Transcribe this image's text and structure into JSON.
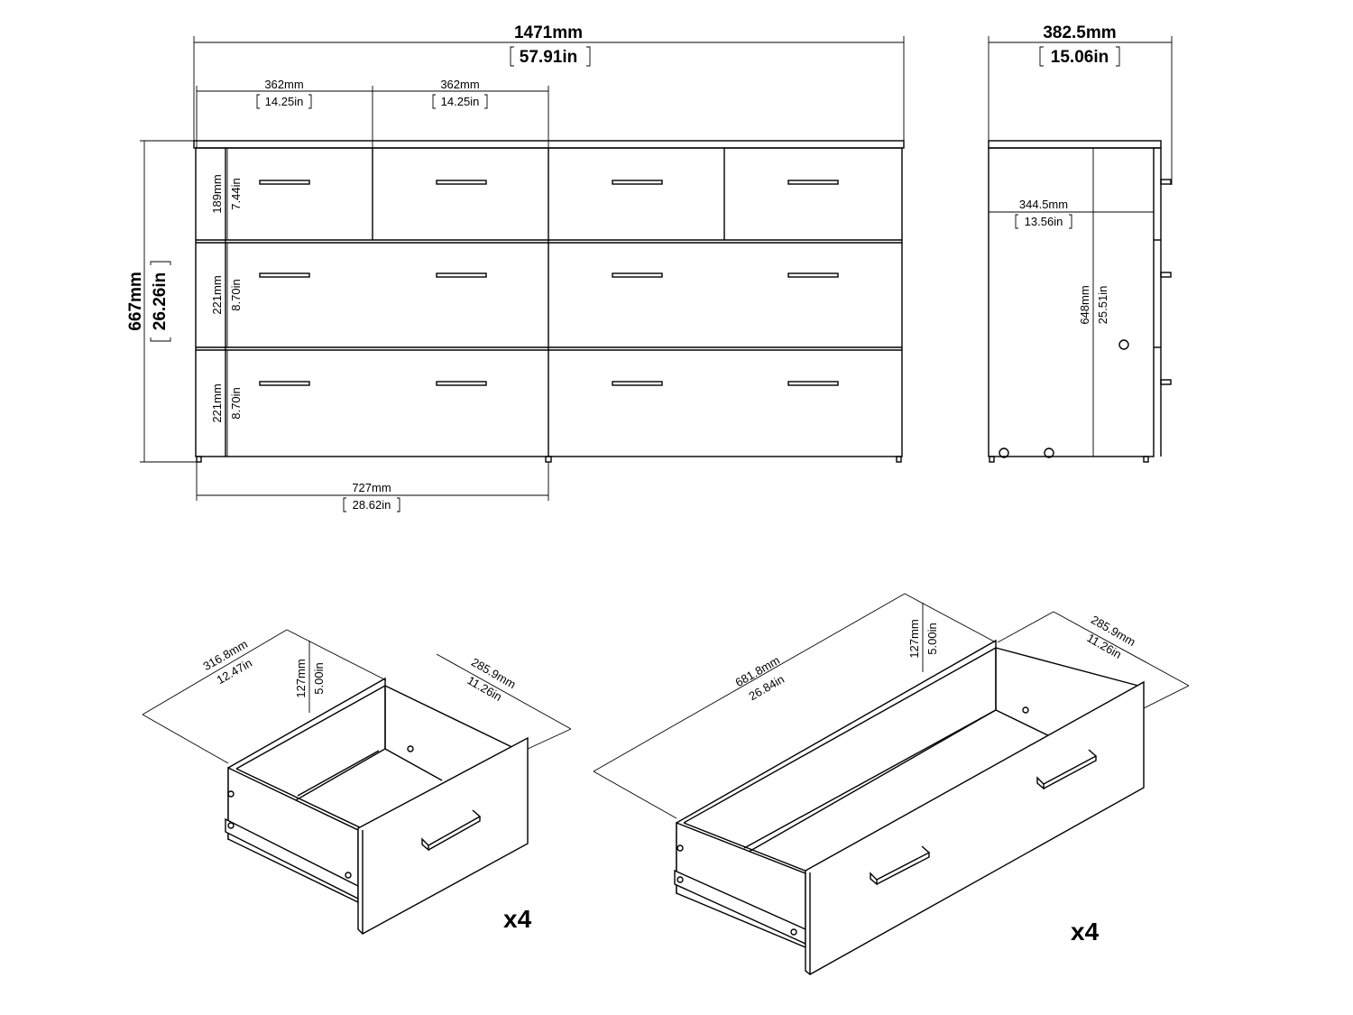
{
  "front": {
    "width_mm": "1471mm",
    "width_in": "57.91in",
    "drawer_w1_mm": "362mm",
    "drawer_w1_in": "14.25in",
    "drawer_w2_mm": "362mm",
    "drawer_w2_in": "14.25in",
    "height_mm": "667mm",
    "height_in": "26.26in",
    "top_drawer_h_mm": "189mm",
    "top_drawer_h_in": "7.44in",
    "mid_drawer_h_mm": "221mm",
    "mid_drawer_h_in": "8.70in",
    "bot_drawer_h_mm": "221mm",
    "bot_drawer_h_in": "8.70in",
    "half_width_mm": "727mm",
    "half_width_in": "28.62in"
  },
  "side": {
    "depth_mm": "382.5mm",
    "depth_in": "15.06in",
    "inner_depth_mm": "344.5mm",
    "inner_depth_in": "13.56in",
    "inner_height_mm": "648mm",
    "inner_height_in": "25.51in"
  },
  "small_drawer": {
    "length_mm": "316.8mm",
    "length_in": "12.47in",
    "height_mm": "127mm",
    "height_in": "5.00in",
    "depth_mm": "285.9mm",
    "depth_in": "11.26in",
    "quantity": "x4"
  },
  "large_drawer": {
    "length_mm": "681.8mm",
    "length_in": "26.84in",
    "height_mm": "127mm",
    "height_in": "5.00in",
    "depth_mm": "285.9mm",
    "depth_in": "11.26in",
    "quantity": "x4"
  }
}
